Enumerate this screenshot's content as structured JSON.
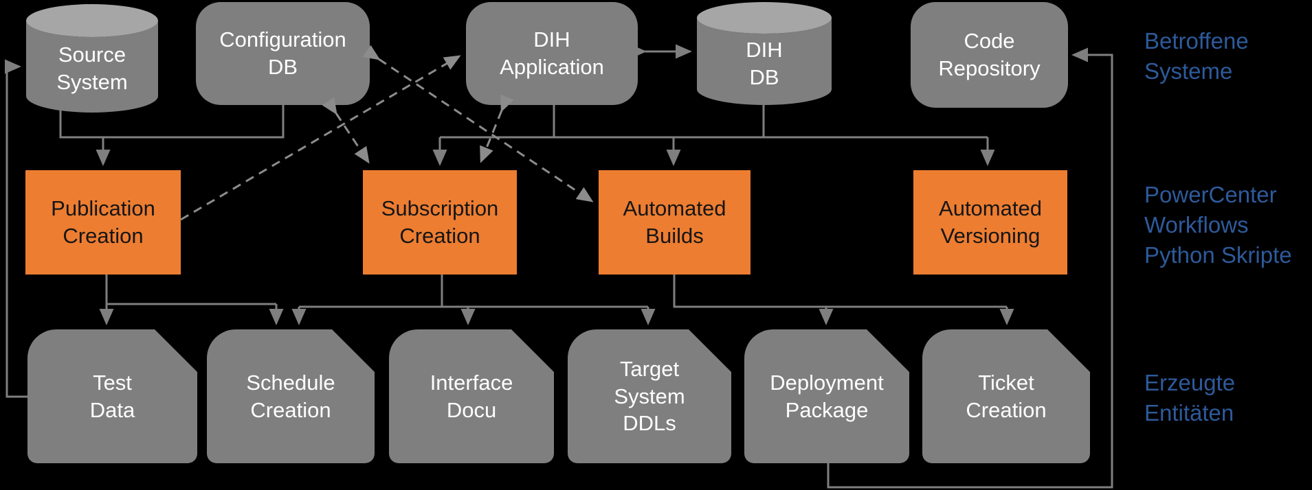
{
  "diagram": {
    "title": "DIH automation overview diagram",
    "background": "#000000",
    "colors": {
      "node_gray": "#7F7F7F",
      "cylinder_top": "#A6A6A6",
      "node_orange": "#ED7D31",
      "connector_solid": "#7F7F7F",
      "connector_dashed": "#8C8C8C",
      "side_label_blue": "#2E5A9B",
      "text_on_gray": "#FFFFFF",
      "text_on_orange": "#151515"
    }
  },
  "nodes": {
    "source_system": {
      "label": "Source\nSystem",
      "shape": "cylinder",
      "row": "systems"
    },
    "configuration_db": {
      "label": "Configuration\nDB",
      "shape": "rounded",
      "row": "systems"
    },
    "dih_application": {
      "label": "DIH\nApplication",
      "shape": "rounded",
      "row": "systems"
    },
    "dih_db": {
      "label": "DIH\nDB",
      "shape": "cylinder",
      "row": "systems"
    },
    "code_repository": {
      "label": "Code\nRepository",
      "shape": "rounded",
      "row": "systems"
    },
    "publication_creation": {
      "label": "Publication\nCreation",
      "shape": "rect",
      "row": "workflows"
    },
    "subscription_creation": {
      "label": "Subscription\nCreation",
      "shape": "rect",
      "row": "workflows"
    },
    "automated_builds": {
      "label": "Automated\nBuilds",
      "shape": "rect",
      "row": "workflows"
    },
    "automated_versioning": {
      "label": "Automated\nVersioning",
      "shape": "rect",
      "row": "workflows"
    },
    "test_data": {
      "label": "Test\nData",
      "shape": "snip-card",
      "row": "entities"
    },
    "schedule_creation": {
      "label": "Schedule\nCreation",
      "shape": "snip-card",
      "row": "entities"
    },
    "interface_docu": {
      "label": "Interface\nDocu",
      "shape": "snip-card",
      "row": "entities"
    },
    "target_system_ddls": {
      "label": "Target\nSystem\nDDLs",
      "shape": "snip-card",
      "row": "entities"
    },
    "deployment_package": {
      "label": "Deployment\nPackage",
      "shape": "snip-card",
      "row": "entities"
    },
    "ticket_creation": {
      "label": "Ticket\nCreation",
      "shape": "snip-card",
      "row": "entities"
    }
  },
  "side_labels": {
    "systems": "Betroffene\nSysteme",
    "workflows": "PowerCenter\nWorkflows\nPython Skripte",
    "entities": "Erzeugte\nEntitäten"
  },
  "connections": [
    {
      "from": "Source System",
      "to": "Publication Creation",
      "style": "solid",
      "direction": "one-way"
    },
    {
      "from": "Configuration DB",
      "to": "Publication Creation",
      "style": "solid",
      "direction": "one-way"
    },
    {
      "from": "DIH Application",
      "to": "DIH DB",
      "style": "solid",
      "direction": "both"
    },
    {
      "from": "DIH Application",
      "to": "Subscription Creation",
      "style": "solid",
      "direction": "one-way"
    },
    {
      "from": "DIH Application",
      "to": "Automated Builds",
      "style": "solid",
      "direction": "one-way"
    },
    {
      "from": "DIH Application",
      "to": "Automated Versioning",
      "style": "solid",
      "direction": "one-way"
    },
    {
      "from": "DIH DB",
      "to": "Subscription Creation",
      "style": "solid",
      "direction": "one-way"
    },
    {
      "from": "DIH DB",
      "to": "Automated Builds",
      "style": "solid",
      "direction": "one-way"
    },
    {
      "from": "DIH DB",
      "to": "Automated Versioning",
      "style": "solid",
      "direction": "one-way"
    },
    {
      "from": "Publication Creation",
      "to": "Test Data",
      "style": "solid",
      "direction": "one-way"
    },
    {
      "from": "Publication Creation",
      "to": "Schedule Creation",
      "style": "solid",
      "direction": "one-way"
    },
    {
      "from": "Subscription Creation",
      "to": "Schedule Creation",
      "style": "solid",
      "direction": "one-way"
    },
    {
      "from": "Subscription Creation",
      "to": "Interface Docu",
      "style": "solid",
      "direction": "one-way"
    },
    {
      "from": "Subscription Creation",
      "to": "Target System DDLs",
      "style": "solid",
      "direction": "one-way"
    },
    {
      "from": "Automated Builds",
      "to": "Deployment Package",
      "style": "solid",
      "direction": "one-way"
    },
    {
      "from": "Automated Builds",
      "to": "Ticket Creation",
      "style": "solid",
      "direction": "one-way"
    },
    {
      "from": "Test Data",
      "to": "Source System",
      "style": "solid",
      "direction": "one-way"
    },
    {
      "from": "Deployment Package",
      "to": "Code Repository",
      "style": "solid",
      "direction": "one-way"
    },
    {
      "from": "Publication Creation",
      "to": "DIH Application",
      "style": "dashed",
      "direction": "one-way"
    },
    {
      "from": "Configuration DB",
      "to": "Subscription Creation",
      "style": "dashed",
      "direction": "both"
    },
    {
      "from": "Configuration DB",
      "to": "Automated Builds",
      "style": "dashed",
      "direction": "both"
    },
    {
      "from": "DIH Application",
      "to": "Subscription Creation",
      "style": "dashed",
      "direction": "both"
    }
  ]
}
